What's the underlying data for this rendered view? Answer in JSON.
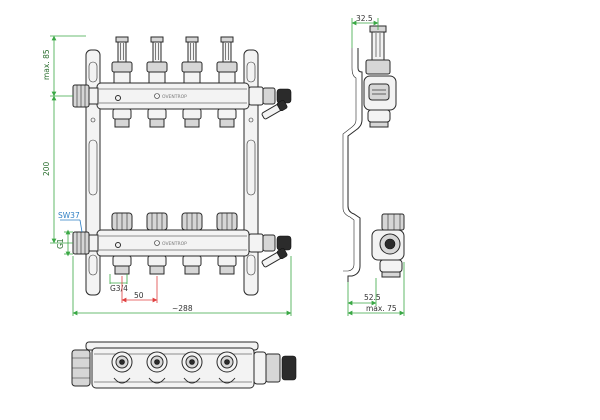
{
  "brand": "OVENTROP",
  "dimensions": {
    "max_85": "max. 85",
    "d_200": "200",
    "d_sw37": "SW37",
    "d_g1": "G1",
    "d_g34": "G3/4",
    "d_50": "50",
    "d_288": "~288",
    "d_325": "32.5",
    "d_525": "52.5",
    "max_75": "max. 75"
  },
  "outlet_count": 4
}
